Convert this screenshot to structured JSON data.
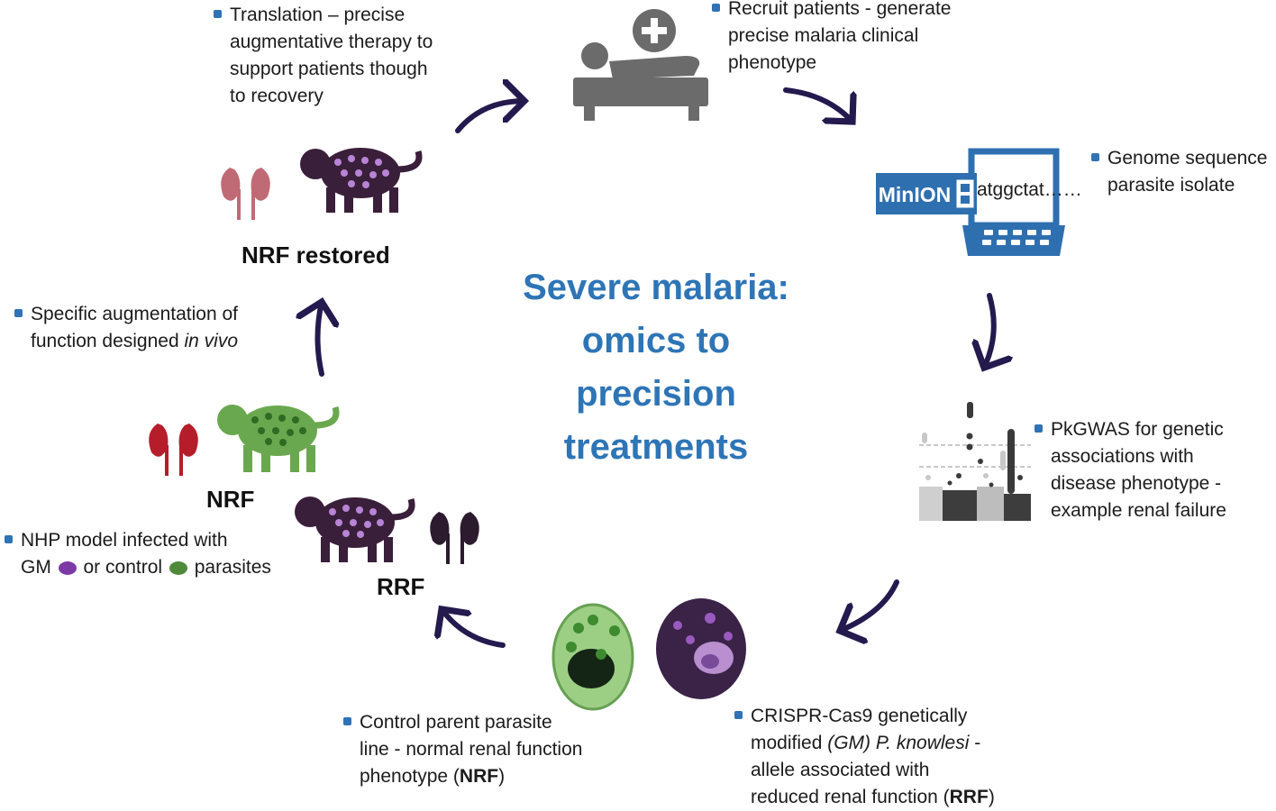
{
  "title": {
    "line1": "Severe malaria:",
    "line2": "omics to",
    "line3": "precision",
    "line4": "treatments"
  },
  "steps": {
    "recruit": {
      "l1": "Recruit patients - generate",
      "l2": "precise malaria clinical",
      "l3": "phenotype"
    },
    "genome": {
      "l1": "Genome sequence",
      "l2": "parasite isolate"
    },
    "gwas": {
      "l1": "PkGWAS for genetic",
      "l2": "associations with",
      "l3": "disease phenotype -",
      "l4": "example renal failure"
    },
    "crispr": {
      "l1": "CRISPR-Cas9 genetically",
      "l2a": "modified ",
      "l2b": "(GM) P. knowlesi",
      "l2c": "  -",
      "l3": "allele associated with",
      "l4a": "reduced renal function (",
      "l4b": "RRF",
      "l4c": ")"
    },
    "control": {
      "l1": "Control parent parasite",
      "l2": "line - normal renal function",
      "l3a": "phenotype  (",
      "l3b": "NRF",
      "l3c": ")"
    },
    "nhp": {
      "l1": "NHP model infected with",
      "l2a": "GM ",
      "l2b": " or control ",
      "l2c": " parasites"
    },
    "augment": {
      "l1": "Specific augmentation of",
      "l2a": "function designed ",
      "l2b": "in vivo"
    },
    "translation": {
      "l1": "Translation – precise",
      "l2": "augmentative therapy to",
      "l3": "support patients though",
      "l4": "to recovery"
    }
  },
  "labels": {
    "nrf_restored": "NRF restored",
    "nrf": "NRF",
    "rrf": "RRF"
  },
  "laptop": {
    "device": "MinION",
    "sequence": "atggctat……"
  },
  "colors": {
    "accent": "#2e75b6",
    "arrow": "#241a4e",
    "gm_parasite": "#7b3aa6",
    "control_parasite": "#4e8a3a",
    "kidney_healthy": "#c06a76",
    "kidney_red": "#b51d2b",
    "kidney_dark": "#2c1a2e"
  }
}
